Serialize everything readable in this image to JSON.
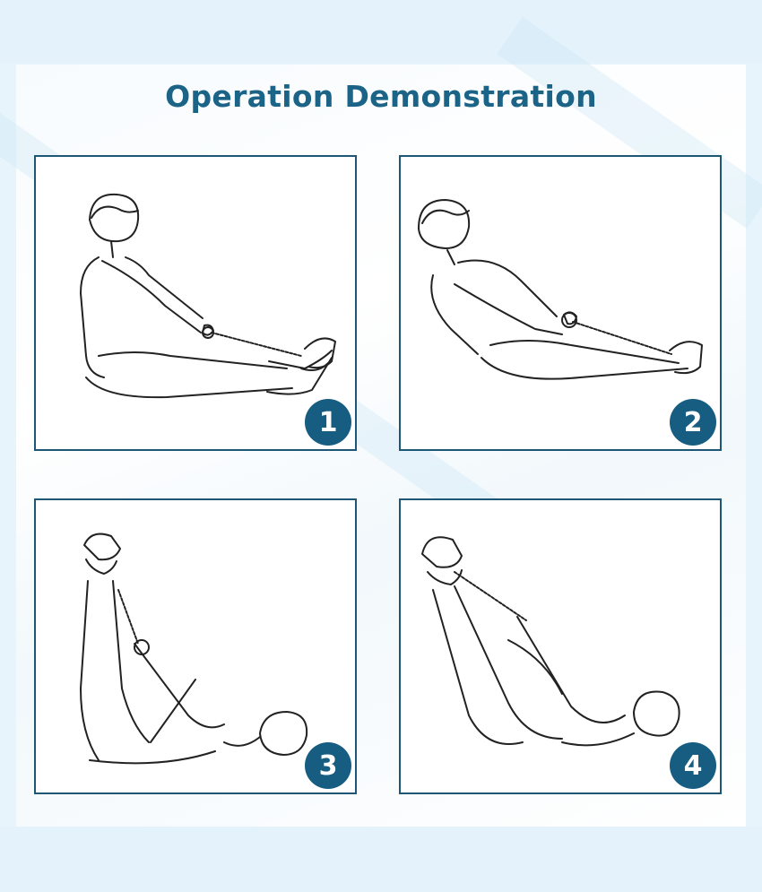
{
  "header": {
    "title": "Operation Demonstration"
  },
  "steps": [
    {
      "number": "1"
    },
    {
      "number": "2"
    },
    {
      "number": "3"
    },
    {
      "number": "4"
    }
  ],
  "colors": {
    "title": "#1b6387",
    "panel_border": "#1d5775",
    "badge": "#175d82",
    "background": "#e8f4fb"
  }
}
